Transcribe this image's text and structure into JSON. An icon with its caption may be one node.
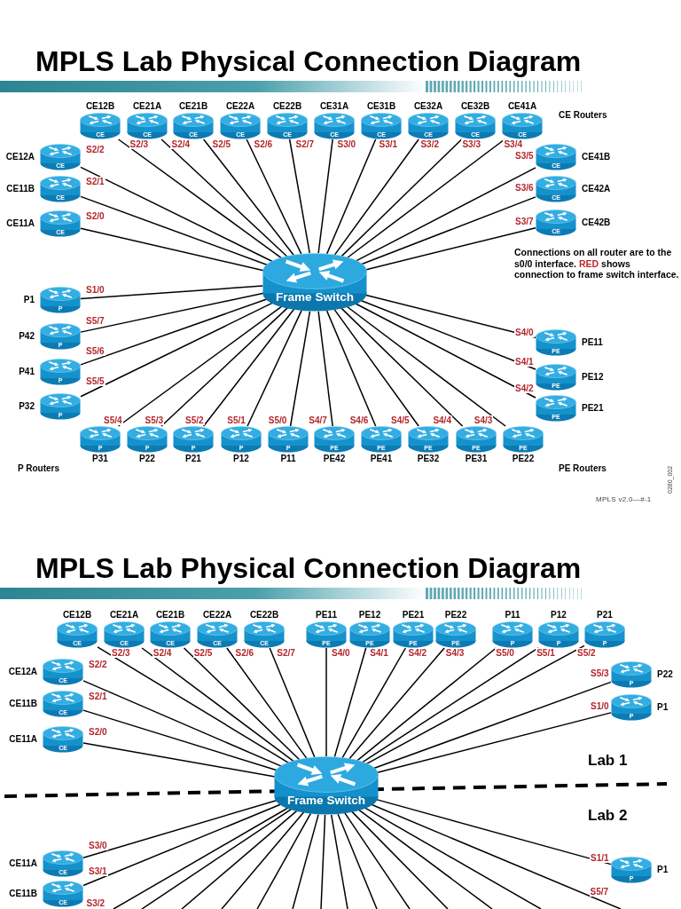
{
  "diagram": {
    "title": "MPLS Lab Physical Connection Diagram",
    "nodes": [
      {
        "text": [
          "CE12B",
          "CE"
        ]
      },
      {
        "text": [
          "CE21A",
          "CE"
        ]
      },
      {
        "text": [
          "CE21B",
          "CE"
        ]
      },
      {
        "text": [
          "CE22A",
          "CE"
        ]
      },
      {
        "text": [
          "CE22B",
          "CE"
        ]
      },
      {
        "text": [
          "CE31A",
          "CE"
        ]
      },
      {
        "text": [
          "CE31B",
          "CE"
        ]
      },
      {
        "text": [
          "CE32A",
          "CE"
        ]
      },
      {
        "text": [
          "CE32B",
          "CE"
        ]
      },
      {
        "text": [
          "CE41A",
          "CE"
        ]
      },
      {
        "text": [
          "CE12A",
          "CE"
        ]
      },
      {
        "text": [
          "CE11B",
          "CE"
        ]
      },
      {
        "text": [
          "CE11A",
          "CE"
        ]
      },
      {
        "text": [
          "CE41B",
          "CE"
        ]
      },
      {
        "text": [
          "CE42A",
          "CE"
        ]
      },
      {
        "text": [
          "CE42B",
          "CE"
        ]
      },
      {
        "text": [
          "Frame Switch"
        ]
      },
      {
        "text": [
          "P1",
          "P"
        ]
      },
      {
        "text": [
          "P42",
          "P"
        ]
      },
      {
        "text": [
          "P41",
          "P"
        ]
      },
      {
        "text": [
          "P32",
          "P"
        ]
      },
      {
        "text": [
          "PE11",
          "PE"
        ]
      },
      {
        "text": [
          "PE12",
          "PE"
        ]
      },
      {
        "text": [
          "PE21",
          "PE"
        ]
      },
      {
        "text": [
          "P",
          "P31"
        ]
      },
      {
        "text": [
          "P",
          "P22"
        ]
      },
      {
        "text": [
          "P",
          "P21"
        ]
      },
      {
        "text": [
          "P",
          "P12"
        ]
      },
      {
        "text": [
          "P",
          "P11"
        ]
      },
      {
        "text": [
          "PE",
          "PE42"
        ]
      },
      {
        "text": [
          "PE",
          "PE41"
        ]
      },
      {
        "text": [
          "PE",
          "PE32"
        ]
      },
      {
        "text": [
          "PE",
          "PE31"
        ]
      },
      {
        "text": [
          "PE",
          "PE22"
        ]
      },
      {
        "text": [
          "CE12B",
          "CE"
        ]
      },
      {
        "text": [
          "CE21A",
          "CE"
        ]
      },
      {
        "text": [
          "CE21B",
          "CE"
        ]
      },
      {
        "text": [
          "CE22A",
          "CE"
        ]
      },
      {
        "text": [
          "CE22B",
          "CE"
        ]
      },
      {
        "text": [
          "PE11",
          "PE"
        ]
      },
      {
        "text": [
          "PE12",
          "PE"
        ]
      },
      {
        "text": [
          "PE21",
          "PE"
        ]
      },
      {
        "text": [
          "PE22",
          "PE"
        ]
      },
      {
        "text": [
          "P11",
          "P"
        ]
      },
      {
        "text": [
          "P12",
          "P"
        ]
      },
      {
        "text": [
          "P21",
          "P"
        ]
      },
      {
        "text": [
          "CE12A",
          "CE"
        ]
      },
      {
        "text": [
          "CE11B",
          "CE"
        ]
      },
      {
        "text": [
          "CE11A",
          "CE"
        ]
      },
      {
        "text": [
          "P22",
          "P"
        ]
      },
      {
        "text": [
          "P1",
          "P"
        ]
      },
      {
        "text": [
          "Frame Switch"
        ]
      },
      {
        "text": [
          "CE11A",
          "CE"
        ]
      },
      {
        "text": [
          "CE11B",
          "CE"
        ]
      },
      {
        "text": [
          "P1",
          "P"
        ]
      }
    ],
    "edges": [
      {
        "from": 0,
        "to": 16,
        "arrow": "none",
        "label": "S2/3"
      },
      {
        "from": 1,
        "to": 16,
        "arrow": "none",
        "label": "S2/4"
      },
      {
        "from": 2,
        "to": 16,
        "arrow": "none",
        "label": "S2/5"
      },
      {
        "from": 3,
        "to": 16,
        "arrow": "none",
        "label": "S2/6"
      },
      {
        "from": 4,
        "to": 16,
        "arrow": "none",
        "label": "S2/7"
      },
      {
        "from": 5,
        "to": 16,
        "arrow": "none",
        "label": "S3/0"
      },
      {
        "from": 6,
        "to": 16,
        "arrow": "none",
        "label": "S3/1"
      },
      {
        "from": 7,
        "to": 16,
        "arrow": "none",
        "label": "S3/2"
      },
      {
        "from": 8,
        "to": 16,
        "arrow": "none",
        "label": "S3/3"
      },
      {
        "from": 9,
        "to": 16,
        "arrow": "none",
        "label": "S3/4"
      },
      {
        "from": 10,
        "to": 16,
        "arrow": "none",
        "label": "S2/2"
      },
      {
        "from": 11,
        "to": 16,
        "arrow": "none",
        "label": "S2/1"
      },
      {
        "from": 12,
        "to": 16,
        "arrow": "none",
        "label": "S2/0"
      },
      {
        "from": 13,
        "to": 16,
        "arrow": "none",
        "label": "S3/5"
      },
      {
        "from": 14,
        "to": 16,
        "arrow": "none",
        "label": "S3/6"
      },
      {
        "from": 15,
        "to": 16,
        "arrow": "none",
        "label": "S3/7"
      },
      {
        "from": 17,
        "to": 16,
        "arrow": "none",
        "label": "S1/0"
      },
      {
        "from": 18,
        "to": 16,
        "arrow": "none",
        "label": "S5/7"
      },
      {
        "from": 19,
        "to": 16,
        "arrow": "none",
        "label": "S5/6"
      },
      {
        "from": 20,
        "to": 16,
        "arrow": "none",
        "label": "S5/5"
      },
      {
        "from": 21,
        "to": 16,
        "arrow": "none",
        "label": "S4/0"
      },
      {
        "from": 22,
        "to": 16,
        "arrow": "none",
        "label": "S4/1"
      },
      {
        "from": 23,
        "to": 16,
        "arrow": "none",
        "label": "S4/2"
      },
      {
        "from": 24,
        "to": 16,
        "arrow": "none",
        "label": "S5/4"
      },
      {
        "from": 25,
        "to": 16,
        "arrow": "none",
        "label": "S5/3"
      },
      {
        "from": 26,
        "to": 16,
        "arrow": "none",
        "label": "S5/2"
      },
      {
        "from": 27,
        "to": 16,
        "arrow": "none",
        "label": "S5/1"
      },
      {
        "from": 28,
        "to": 16,
        "arrow": "none",
        "label": "S5/0"
      },
      {
        "from": 29,
        "to": 16,
        "arrow": "none",
        "label": "S4/7"
      },
      {
        "from": 30,
        "to": 16,
        "arrow": "none",
        "label": "S4/6"
      },
      {
        "from": 31,
        "to": 16,
        "arrow": "none",
        "label": "S4/5"
      },
      {
        "from": 32,
        "to": 16,
        "arrow": "none",
        "label": "S4/4"
      },
      {
        "from": 33,
        "to": 16,
        "arrow": "none",
        "label": "S4/3"
      },
      {
        "from": 34,
        "to": 51,
        "arrow": "none",
        "label": "S2/3"
      },
      {
        "from": 35,
        "to": 51,
        "arrow": "none",
        "label": "S2/4"
      },
      {
        "from": 36,
        "to": 51,
        "arrow": "none",
        "label": "S2/5"
      },
      {
        "from": 37,
        "to": 51,
        "arrow": "none",
        "label": "S2/6"
      },
      {
        "from": 38,
        "to": 51,
        "arrow": "none",
        "label": "S2/7"
      },
      {
        "from": 39,
        "to": 51,
        "arrow": "none",
        "label": "S4/0"
      },
      {
        "from": 40,
        "to": 51,
        "arrow": "none",
        "label": "S4/1"
      },
      {
        "from": 41,
        "to": 51,
        "arrow": "none",
        "label": "S4/2"
      },
      {
        "from": 42,
        "to": 51,
        "arrow": "none",
        "label": "S4/3"
      },
      {
        "from": 43,
        "to": 51,
        "arrow": "none",
        "label": "S5/0"
      },
      {
        "from": 44,
        "to": 51,
        "arrow": "none",
        "label": "S5/1"
      },
      {
        "from": 45,
        "to": 51,
        "arrow": "none",
        "label": "S5/2"
      },
      {
        "from": 46,
        "to": 51,
        "arrow": "none",
        "label": "S2/2"
      },
      {
        "from": 47,
        "to": 51,
        "arrow": "none",
        "label": "S2/1"
      },
      {
        "from": 48,
        "to": 51,
        "arrow": "none",
        "label": "S2/0"
      },
      {
        "from": 49,
        "to": 51,
        "arrow": "none",
        "label": "S5/3"
      },
      {
        "from": 50,
        "to": 51,
        "arrow": "none",
        "label": "S1/0"
      },
      {
        "from": 52,
        "to": 51,
        "arrow": "none",
        "label": "S3/0"
      },
      {
        "from": 53,
        "to": 51,
        "arrow": "none",
        "label": "S3/1"
      },
      {
        "from": 54,
        "to": 51,
        "arrow": "none",
        "label": "S1/1"
      },
      {
        "from": 51,
        "to": null,
        "arrow": "none",
        "label": "S3/2"
      },
      {
        "from": 51,
        "to": null,
        "arrow": "none",
        "label": "S5/7"
      },
      {
        "from": 51,
        "to": null,
        "arrow": "none"
      },
      {
        "from": 51,
        "to": null,
        "arrow": "none"
      },
      {
        "from": 51,
        "to": null,
        "arrow": "none"
      },
      {
        "from": 51,
        "to": null,
        "arrow": "none"
      },
      {
        "from": 51,
        "to": null,
        "arrow": "none"
      },
      {
        "from": 51,
        "to": null,
        "arrow": "none"
      },
      {
        "from": 51,
        "to": null,
        "arrow": "none"
      },
      {
        "from": 51,
        "to": null,
        "arrow": "none"
      },
      {
        "from": 51,
        "to": null,
        "arrow": "none"
      },
      {
        "from": 51,
        "to": null,
        "arrow": "none"
      },
      {
        "from": 51,
        "to": null,
        "arrow": "none"
      },
      {
        "from": 51,
        "to": null,
        "arrow": "none"
      }
    ],
    "labels": [
      "CE Routers",
      "Connections on all router are to the s0/0 interface.",
      "RED",
      "shows connection to frame switch interface.",
      "P Routers",
      "PE Routers",
      "MPLS v2.0—#-1",
      "0280_002",
      "MPLS Lab Physical Connection Diagram",
      "Lab 1",
      "Lab 2"
    ]
  }
}
